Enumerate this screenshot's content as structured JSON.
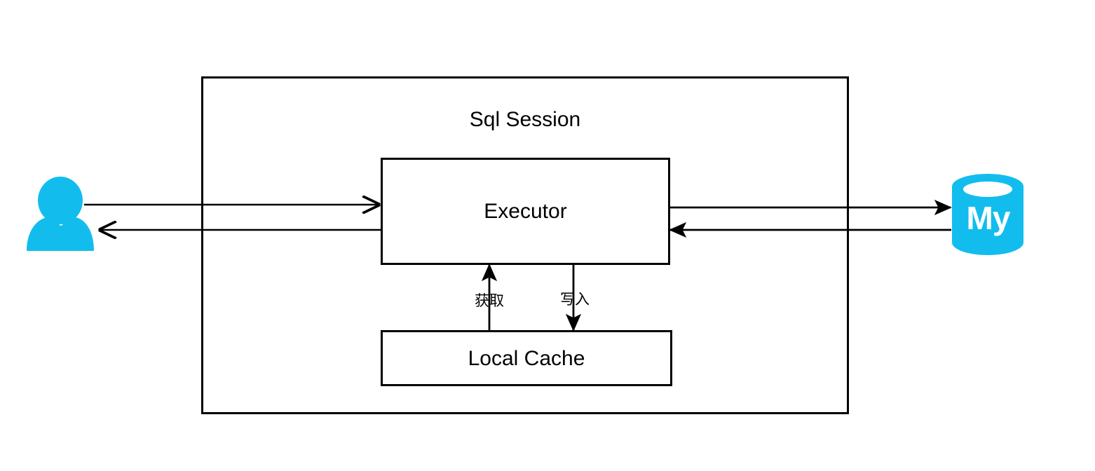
{
  "diagram": {
    "title_text": "Sql Session",
    "colors": {
      "stroke": "#000000",
      "fill": "#ffffff",
      "accent_cyan": "#12BDEE"
    },
    "container": {
      "name": "Sql Session",
      "label": "Sql Session"
    },
    "nodes": [
      {
        "id": "executor",
        "label": "Executor",
        "shape": "rectangle"
      },
      {
        "id": "local-cache",
        "label": "Local Cache",
        "shape": "rectangle"
      },
      {
        "id": "user",
        "label": "user-icon",
        "shape": "person"
      },
      {
        "id": "mysql",
        "label": "My",
        "shape": "cylinder"
      }
    ],
    "edges": [
      {
        "id": "user-to-executor",
        "from": "user",
        "to": "executor",
        "label": "",
        "direction": "right"
      },
      {
        "id": "executor-to-user",
        "from": "executor",
        "to": "user",
        "label": "",
        "direction": "left"
      },
      {
        "id": "executor-to-mysql",
        "from": "executor",
        "to": "mysql",
        "label": "",
        "direction": "right"
      },
      {
        "id": "mysql-to-executor",
        "from": "mysql",
        "to": "executor",
        "label": "",
        "direction": "left"
      },
      {
        "id": "cache-to-executor",
        "from": "local-cache",
        "to": "executor",
        "label": "获取",
        "direction": "up"
      },
      {
        "id": "executor-to-cache",
        "from": "executor",
        "to": "local-cache",
        "label": "写入",
        "direction": "down"
      }
    ],
    "labels": {
      "executor": "Executor",
      "local_cache": "Local Cache",
      "fetch": "获取",
      "write": "写入",
      "mysql_wordmark": "My"
    }
  }
}
